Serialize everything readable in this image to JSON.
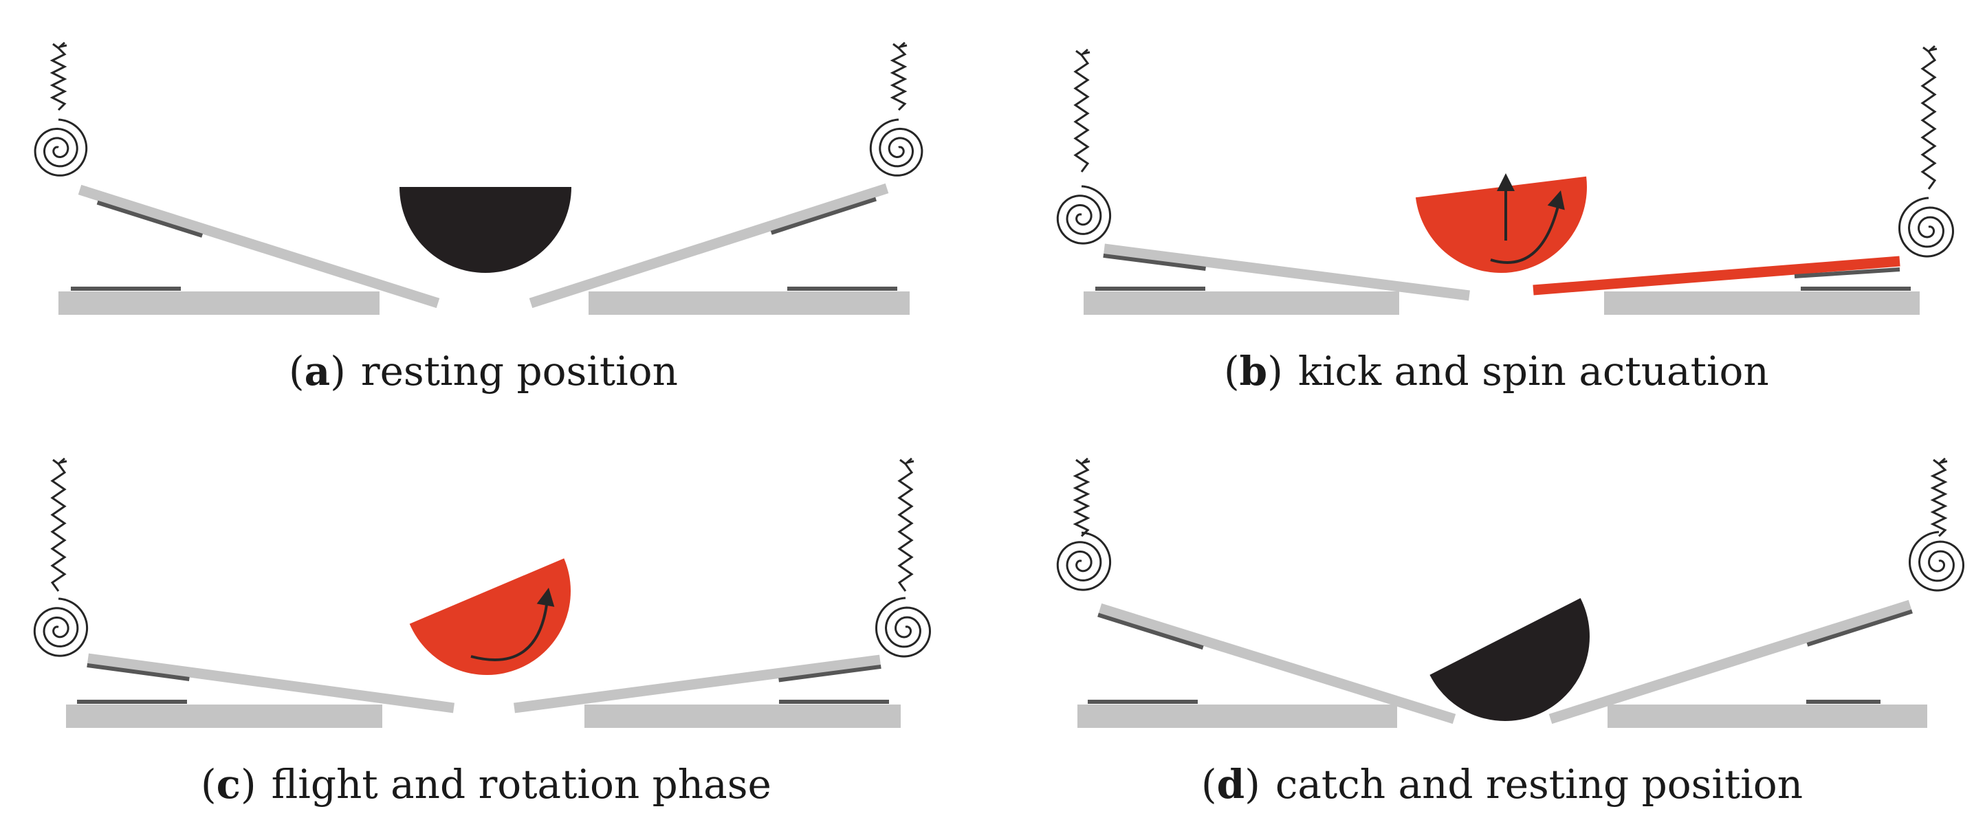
{
  "colors": {
    "plate": "#c4c4c4",
    "pad": "#565656",
    "spring": "#262626",
    "ball_rest": "#231f20",
    "ball_active": "#e33c24",
    "arrow": "#262626"
  },
  "panels": [
    {
      "label": "a",
      "caption": "resting position"
    },
    {
      "label": "b",
      "caption": "kick and spin actuation"
    },
    {
      "label": "c",
      "caption": "flight and rotation phase"
    },
    {
      "label": "d",
      "caption": "catch and resting position"
    }
  ]
}
